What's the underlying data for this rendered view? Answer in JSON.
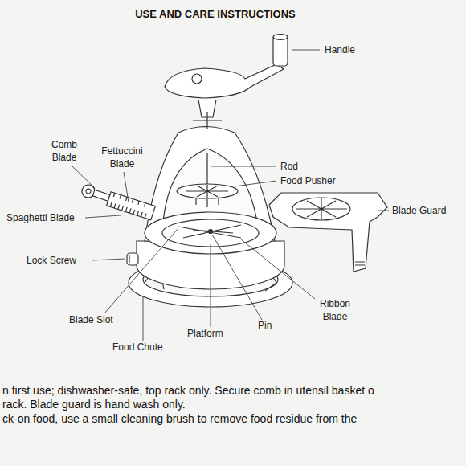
{
  "diagram": {
    "title": "USE AND CARE INSTRUCTIONS",
    "labels": [
      "Handle",
      "Comb Blade",
      "Fettuccini Blade",
      "Rod",
      "Food Pusher",
      "Blade Guard",
      "Spaghetti Blade",
      "Lock Screw",
      "Ribbon Blade",
      "Blade Slot",
      "Pin",
      "Platform",
      "Food Chute",
      "n first use; dishwasher-safe, top rack only. Secure comb in utensil basket o",
      "rack. Blade guard is hand wash only.",
      "ck-on food, use a small cleaning brush to remove food residue from the"
    ]
  }
}
